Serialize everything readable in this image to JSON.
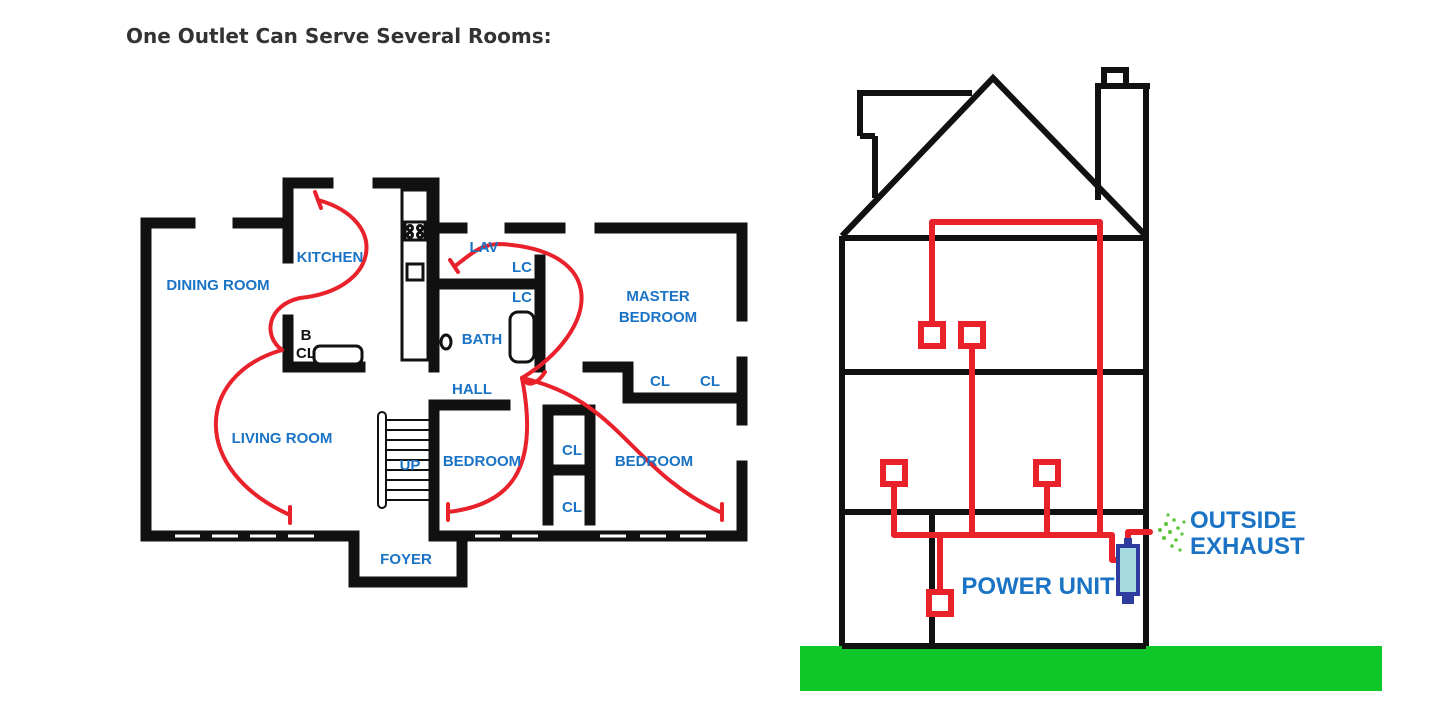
{
  "heading": "One Outlet Can Serve Several Rooms:",
  "colors": {
    "wall": "#111111",
    "duct": "#e8212b",
    "label": "#1a73c4",
    "ground": "#10c72a",
    "unit_fill": "#a7dbe2",
    "unit_stroke": "#2e3c9e",
    "exhaust": "#5cc43b"
  },
  "floor_plan": {
    "rooms": {
      "dining_room": "DINING ROOM",
      "kitchen": "KITCHEN",
      "lav": "LAV",
      "lc_top": "LC",
      "lc_bottom": "LC",
      "master_bedroom_line1": "MASTER",
      "master_bedroom_line2": "BEDROOM",
      "b": "B",
      "cl_kitchen": "CL",
      "bath": "BATH",
      "hall": "HALL",
      "cl_master_left": "CL",
      "cl_master_right": "CL",
      "living_room": "LIVING ROOM",
      "up": "UP",
      "bedroom_left": "BEDROOM",
      "cl_mid_top": "CL",
      "cl_mid_bottom": "CL",
      "bedroom_right": "BEDROOM",
      "foyer": "FOYER"
    }
  },
  "house": {
    "power_unit": "POWER UNIT",
    "outside_line1": "OUTSIDE",
    "outside_line2": "EXHAUST"
  }
}
